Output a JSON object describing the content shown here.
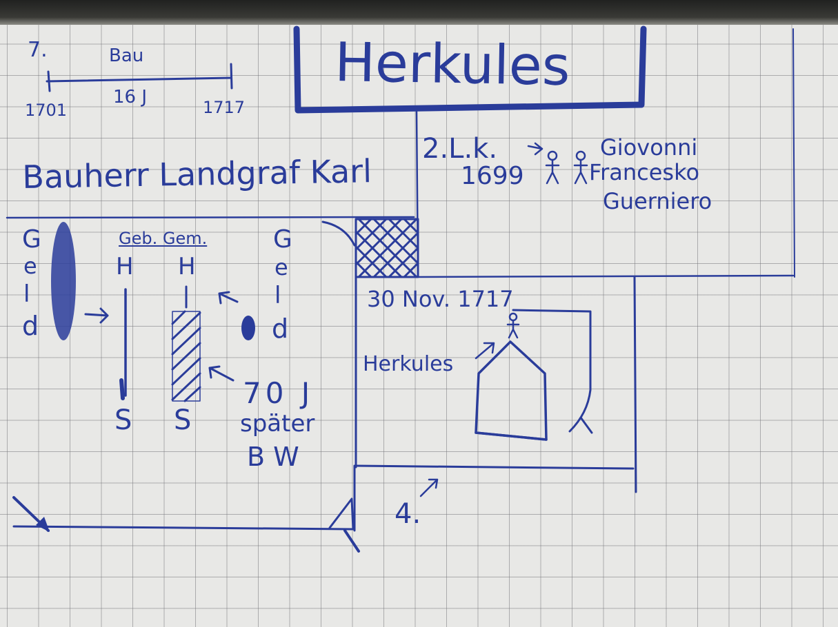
{
  "colors": {
    "ink": "#2a3c9a",
    "paper": "#e8e8e6",
    "grid": "#8b8b90"
  },
  "title": "Herkules",
  "timeline": {
    "number": "7.",
    "label": "Bau",
    "duration": "16 J",
    "start": "1701",
    "end": "1717"
  },
  "builder": "Bauherr Landgraf Karl",
  "section2": {
    "label": "2.L.k.",
    "year": "1699",
    "names": [
      "Giovonni",
      "Francesko",
      "Guerniero"
    ]
  },
  "left_sketch": {
    "letters_left": [
      "G",
      "e",
      "l",
      "d"
    ],
    "letters_right": [
      "G",
      "e",
      "l",
      "d"
    ],
    "header": "Geb. Gem.",
    "h_left": "H",
    "h_right": "H",
    "s_left": "S",
    "s_right": "S",
    "years": "70 J",
    "later": "später",
    "bw": "B W"
  },
  "right_sketch": {
    "date": "30 Nov. 1717",
    "statue_label": "Herkules",
    "number": "4."
  }
}
